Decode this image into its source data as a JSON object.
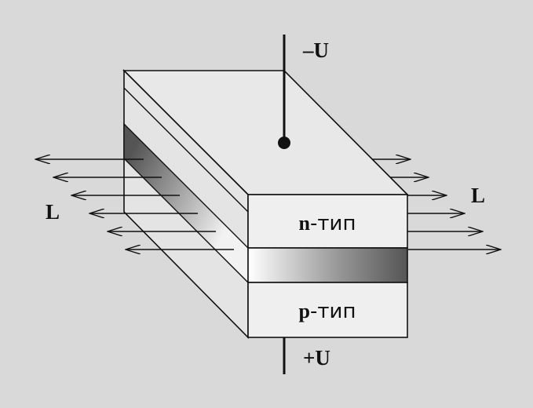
{
  "labels": {
    "neg_voltage": "–U",
    "pos_voltage": "+U",
    "light_left": "L",
    "light_right": "L",
    "n_layer_letter": "n",
    "n_layer_suffix": "-тип",
    "p_layer_letter": "p",
    "p_layer_suffix": "-тип"
  },
  "colors": {
    "background": "#d9d9d9",
    "outline": "#111111",
    "top_face": "#e8e8e8",
    "front_face": "#efefef",
    "side_face": "#e4e4e4",
    "junction_dark": "#555555",
    "junction_light": "#ffffff"
  }
}
